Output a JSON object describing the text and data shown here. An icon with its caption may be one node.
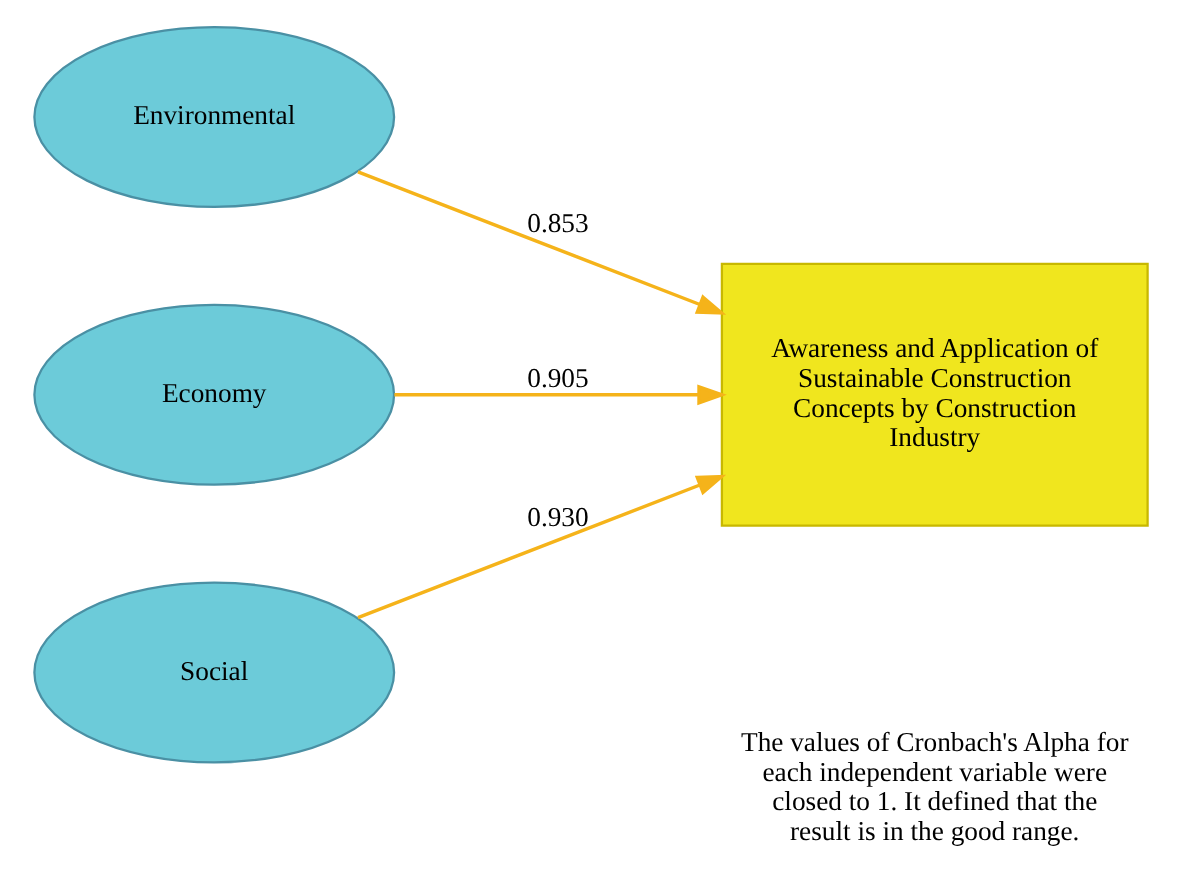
{
  "diagram": {
    "nodes": [
      {
        "text": [
          "Environmental"
        ]
      },
      {
        "text": [
          "Economy"
        ]
      },
      {
        "text": [
          "Social"
        ]
      },
      {
        "text": [
          "Awareness and Application of Sustainable Construction Concepts by Construction Industry"
        ]
      }
    ],
    "edges": [
      {
        "from": 0,
        "to": 3,
        "arrow": "to",
        "label": "0.853"
      },
      {
        "from": 1,
        "to": 3,
        "arrow": "to",
        "label": "0.905"
      },
      {
        "from": 2,
        "to": 3,
        "arrow": "to",
        "label": "0.930"
      }
    ],
    "labels": [
      "The values of Cronbach's Alpha for each independent variable were closed to 1. It defined that the result is in the good range."
    ]
  }
}
